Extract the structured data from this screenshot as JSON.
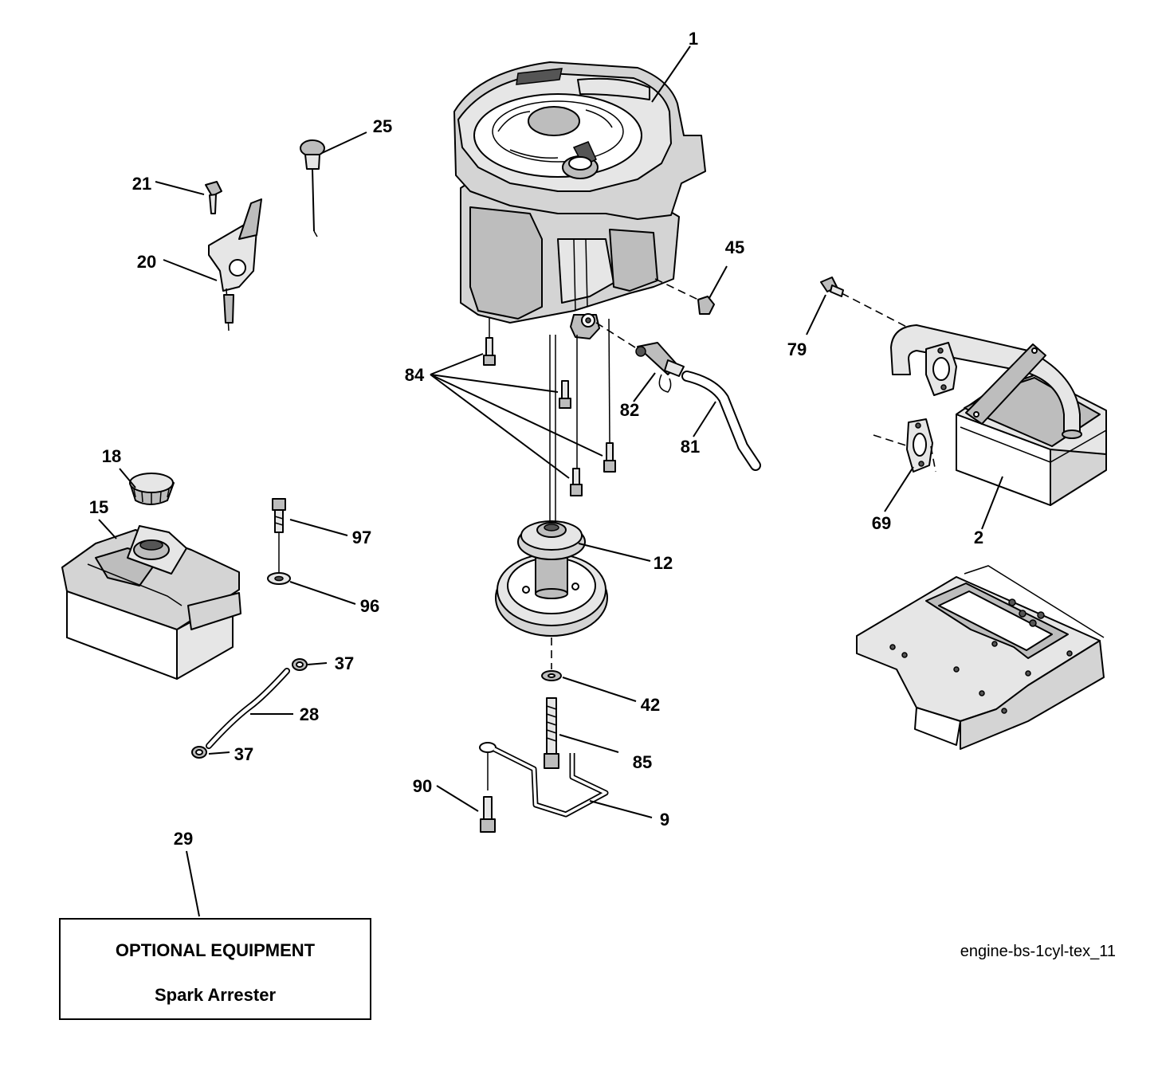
{
  "labels": {
    "l1": "1",
    "l2": "2",
    "l9": "9",
    "l12": "12",
    "l15": "15",
    "l18": "18",
    "l20": "20",
    "l21": "21",
    "l25": "25",
    "l28": "28",
    "l29": "29",
    "l37a": "37",
    "l37b": "37",
    "l42": "42",
    "l45": "45",
    "l69": "69",
    "l79": "79",
    "l81": "81",
    "l82": "82",
    "l84": "84",
    "l85": "85",
    "l90": "90",
    "l96": "96",
    "l97": "97"
  },
  "optional_box": {
    "title": "OPTIONAL EQUIPMENT",
    "item": "Spark Arrester"
  },
  "figure_ref": "engine-bs-1cyl-tex_11"
}
